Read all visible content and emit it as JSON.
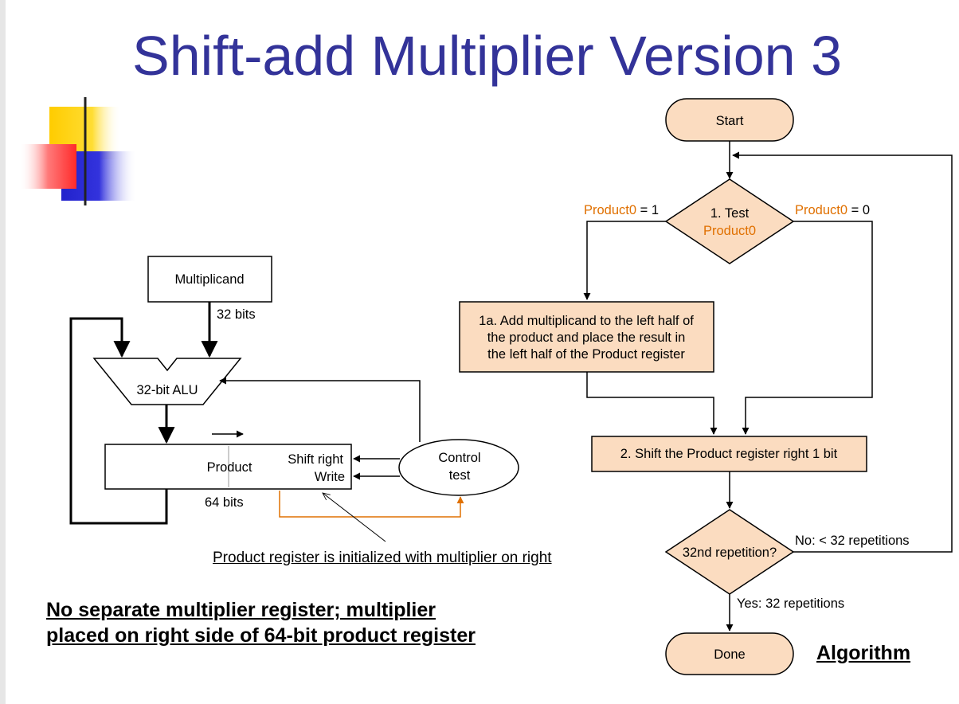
{
  "slide": {
    "title": "Shift-add Multiplier Version 3",
    "note": "Product register is initialized with multiplier on right",
    "bold_note_line1": "No separate multiplier register; multiplier",
    "bold_note_line2": "placed on right side of 64-bit product register"
  },
  "datapath": {
    "multiplicand": "Multiplicand",
    "multiplicand_width": "32 bits",
    "alu": "32-bit ALU",
    "product": "Product",
    "product_width": "64 bits",
    "shift_right": "Shift right",
    "write": "Write",
    "control_line1": "Control",
    "control_line2": "test"
  },
  "flowchart": {
    "start": "Start",
    "test_line1": "1. Test",
    "test_line2": "Product0",
    "branch_left_var": "Product0",
    "branch_left_val": " = 1",
    "branch_right_var": "Product0",
    "branch_right_val": " = 0",
    "step1a_line1": "1a. Add multiplicand to the left half of",
    "step1a_line2": "the product and place the result in",
    "step1a_line3": "the left half of the Product register",
    "step2": "2. Shift the Product register right 1 bit",
    "repeat_test": "32nd repetition?",
    "no_label": "No:  < 32 repetitions",
    "yes_label": "Yes:  32 repetitions",
    "done": "Done",
    "algorithm": "Algorithm"
  },
  "colors": {
    "title": "#333399",
    "box_fill": "#fbdcc0",
    "orange": "#e07000"
  }
}
